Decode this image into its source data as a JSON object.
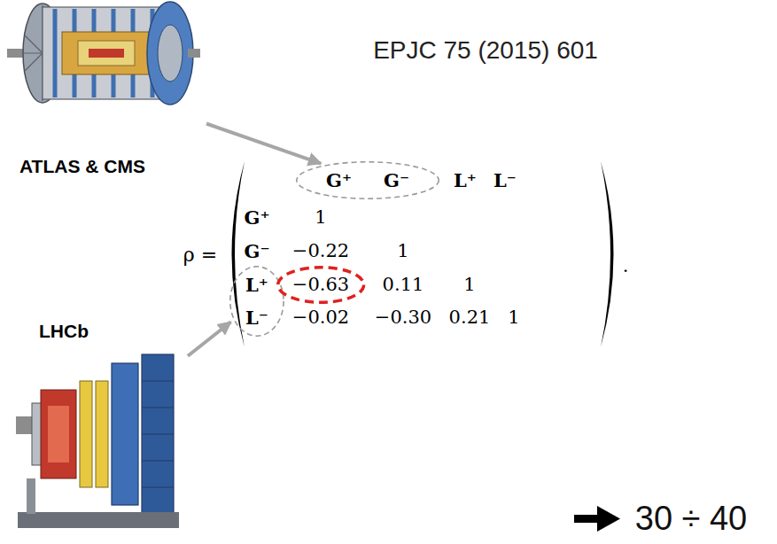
{
  "diagram": {
    "nodes": [
      {
        "text": [
          "ATLAS & CMS"
        ]
      },
      {
        "text": [
          "LHCb"
        ]
      },
      {
        "text": [
          "G⁺",
          "G⁻"
        ]
      },
      {
        "text": [
          "L⁺",
          "L⁻"
        ]
      },
      {
        "text": [
          "−0.63"
        ]
      }
    ],
    "edges": [
      {
        "from": 0,
        "to": 2,
        "arrow": "to"
      },
      {
        "from": 1,
        "to": 3,
        "arrow": "to"
      }
    ],
    "labels": [
      "EPJC 75 (2015) 601",
      "ρ =",
      "L⁺",
      "L⁻",
      "G⁺",
      "G⁻",
      "1",
      "−0.22",
      "1",
      "0.11",
      "1",
      "−0.02",
      "−0.30",
      "0.21",
      "1",
      ".",
      "30 ÷ 40"
    ]
  }
}
